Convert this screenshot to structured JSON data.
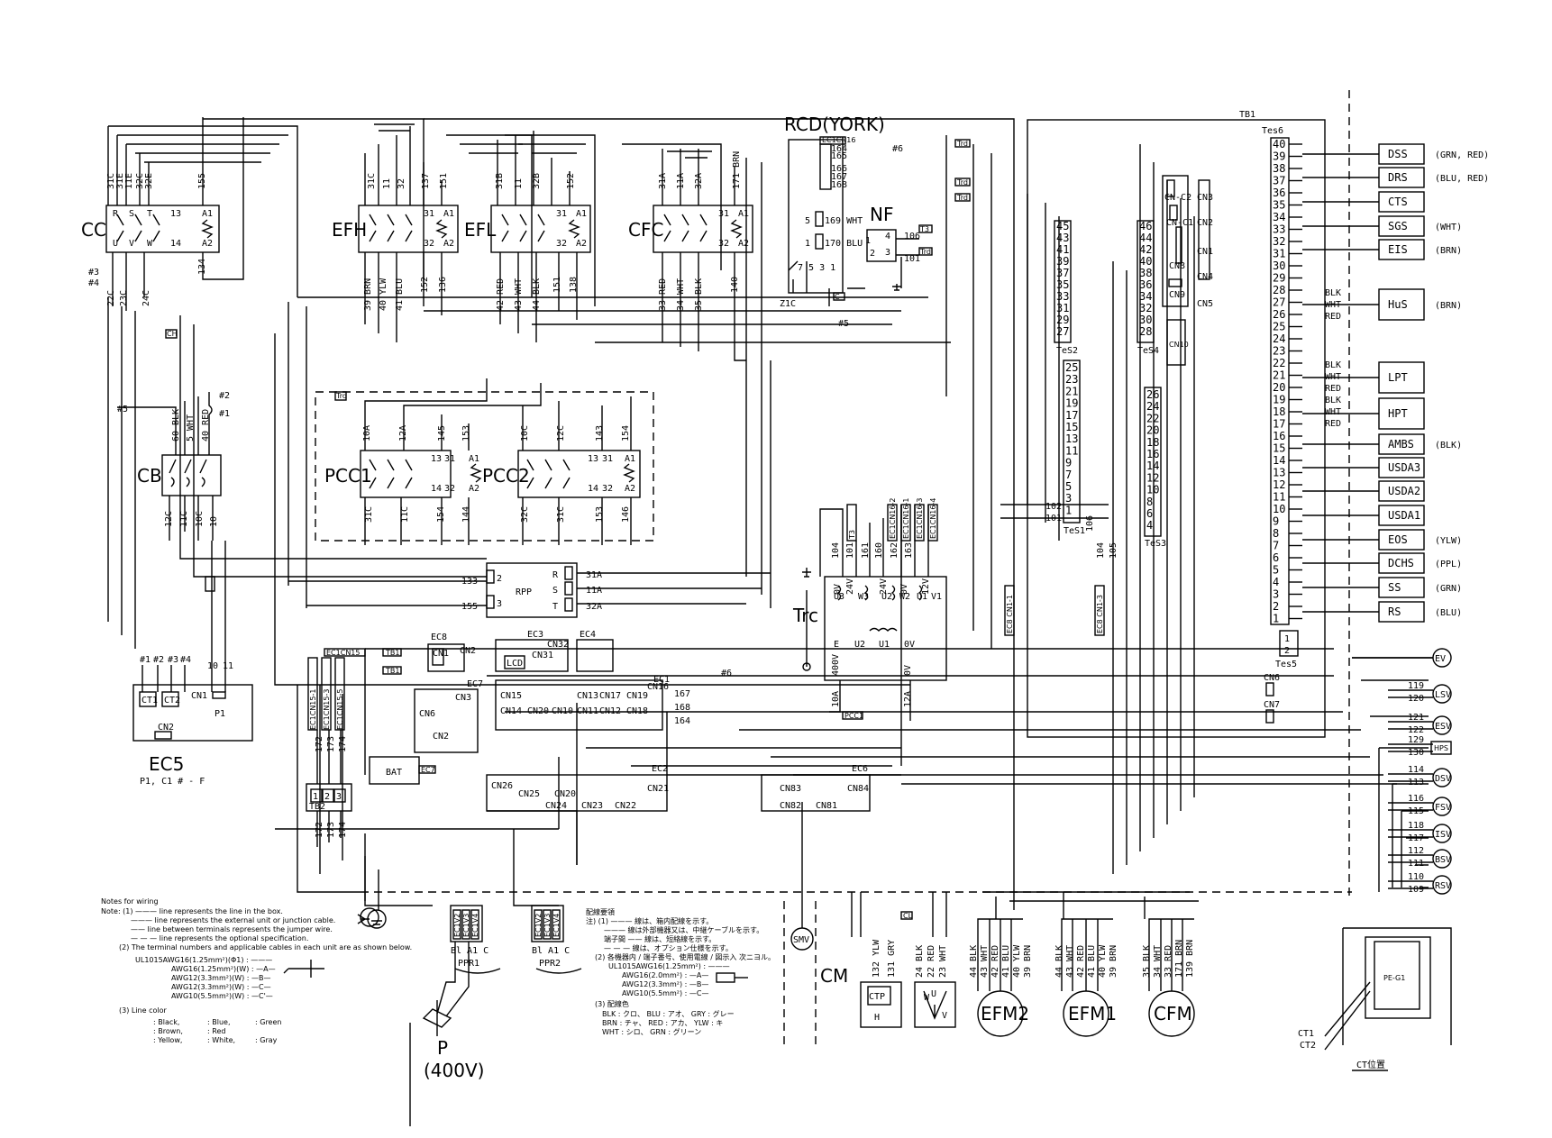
{
  "labels": {
    "cc": "CC",
    "efh": "EFH",
    "efl": "EFL",
    "cfc": "CFC",
    "cb": "CB",
    "pcc1": "PCC1",
    "pcc2": "PCC2",
    "rpp": "RPP",
    "rcd": "RCD(YORK)",
    "nf": "NF",
    "trc": "Trc",
    "tb1": "TB1",
    "tes6": "Tes6",
    "tes5": "Tes5",
    "tes4": "TeS4",
    "tes2": "TeS2",
    "tes1": "TeS1",
    "tes3": "TeS3",
    "ec5": "EC5",
    "ec5_sub": "P1, C1 # - F",
    "p1": "P1",
    "bat": "BAT",
    "ec1": "EC1",
    "ec2": "EC2",
    "ec3": "EC3",
    "ec4": "EC4",
    "ec6": "EC6",
    "ec7": "EC7",
    "ec8": "EC8",
    "tb2": "TB2",
    "p": "P",
    "p_volt": "(400V)",
    "ppr1": "PPR1",
    "ppr2": "PPR2",
    "cm": "CM",
    "efm2": "EFM2",
    "efm1": "EFM1",
    "cfm": "CFM",
    "smv": "SMV",
    "ctp": "CTP",
    "h": "H",
    "ct1": "CT1",
    "ct2": "CT2",
    "ct_pos": "CT位置",
    "pe_g1": "PE-G1",
    "lcd": "LCD",
    "v400": "400V",
    "v0": "0V",
    "v24": "24V",
    "v12": "12V"
  },
  "sensors": [
    {
      "name": "DSS",
      "color": "(GRN, RED)"
    },
    {
      "name": "DRS",
      "color": "(BLU, RED)"
    },
    {
      "name": "CTS",
      "color": ""
    },
    {
      "name": "SGS",
      "color": "(WHT)"
    },
    {
      "name": "EIS",
      "color": "(BRN)"
    },
    {
      "name": "HuS",
      "color": "(BRN)"
    },
    {
      "name": "LPT",
      "color": ""
    },
    {
      "name": "HPT",
      "color": ""
    },
    {
      "name": "AMBS",
      "color": "(BLK)"
    },
    {
      "name": "USDA3",
      "color": ""
    },
    {
      "name": "USDA2",
      "color": ""
    },
    {
      "name": "USDA1",
      "color": ""
    },
    {
      "name": "EOS",
      "color": "(YLW)"
    },
    {
      "name": "DCHS",
      "color": "(PPL)"
    },
    {
      "name": "SS",
      "color": "(GRN)"
    },
    {
      "name": "RS",
      "color": "(BLU)"
    }
  ],
  "valves": [
    {
      "name": "EV",
      "wires": ""
    },
    {
      "name": "LSV",
      "wires": "119 120"
    },
    {
      "name": "ESV",
      "wires": "121 122"
    },
    {
      "name": "HPS",
      "wires": "129 130"
    },
    {
      "name": "DSV",
      "wires": "114 113"
    },
    {
      "name": "FSV",
      "wires": "116 115"
    },
    {
      "name": "ISV",
      "wires": "118 117"
    },
    {
      "name": "BSV",
      "wires": "112 111"
    },
    {
      "name": "RSV",
      "wires": "110 109"
    }
  ],
  "tes6_terminals": [
    "40",
    "39",
    "38",
    "37",
    "36",
    "35",
    "34",
    "33",
    "32",
    "31",
    "30",
    "29",
    "28",
    "27",
    "26",
    "25",
    "24",
    "23",
    "22",
    "21",
    "20",
    "19",
    "18",
    "17",
    "16",
    "15",
    "14",
    "13",
    "12",
    "11",
    "10",
    "9",
    "8",
    "7",
    "6",
    "5",
    "4",
    "3",
    "2",
    "1"
  ],
  "tes2_terminals": [
    "45",
    "43",
    "41",
    "39",
    "37",
    "35",
    "33",
    "31",
    "29",
    "27"
  ],
  "tes4_terminals": [
    "46",
    "44",
    "42",
    "40",
    "38",
    "36",
    "34",
    "32",
    "30",
    "28"
  ],
  "tes1_terminals": [
    "25",
    "23",
    "21",
    "19",
    "17",
    "15",
    "13",
    "11",
    "9",
    "7",
    "5",
    "3",
    "1"
  ],
  "tes3_terminals": [
    "26",
    "24",
    "22",
    "20",
    "18",
    "16",
    "14",
    "12",
    "10",
    "8",
    "6",
    "4"
  ],
  "wire_color_left": [
    "BLK",
    "WHT",
    "RED",
    "BLK",
    "WHT",
    "RED",
    "BLK",
    "WHT",
    "RED"
  ],
  "cc_wires_top": [
    "31C",
    "31E",
    "11E",
    "32C",
    "32E",
    "155"
  ],
  "cc_wires_bottom": [
    "22C",
    "23C",
    "24C",
    "134"
  ],
  "efh_wires_top": [
    "31C",
    "11",
    "32",
    "137",
    "151"
  ],
  "efh_wires_bottom": [
    "39 BRN",
    "40 YLW",
    "41 BLU",
    "152",
    "136"
  ],
  "efl_wires_top": [
    "31B",
    "11",
    "32B",
    "152"
  ],
  "efl_wires_bottom": [
    "42 RED",
    "43 WHT",
    "44 BLK",
    "151",
    "138"
  ],
  "cfc_wires_top": [
    "31A",
    "11A",
    "32A",
    "171 BRN"
  ],
  "cfc_wires_bottom": [
    "33 RED",
    "34 WHT",
    "35 BLK",
    "140"
  ],
  "cb_wires": [
    "60 BLK",
    "5 WHT",
    "40 RED",
    "12C",
    "11C",
    "10C",
    "10"
  ],
  "pcc_wires": [
    "10A",
    "12A",
    "145",
    "153",
    "10C",
    "12C",
    "143",
    "154",
    "31C",
    "11C",
    "154",
    "144",
    "32C",
    "31C",
    "153",
    "146"
  ],
  "rpp_wires": [
    "133",
    "155",
    "31A",
    "11A",
    "32A"
  ],
  "motor_wires": {
    "cm": [
      "132 YLW",
      "131 GRY",
      "24 BLK",
      "22 RED",
      "23 WHT"
    ],
    "efm2": [
      "44 BLK",
      "43 WHT",
      "42 RED",
      "41 BLU",
      "40 YLW",
      "39 BRN"
    ],
    "efm1": [
      "44 BLK",
      "43 WHT",
      "42 RED",
      "41 BLU",
      "40 YLW",
      "39 BRN"
    ],
    "cfm": [
      "35 BLK",
      "34 WHT",
      "33 RED",
      "171 BRN",
      "139 BRN"
    ]
  },
  "trc_wires": [
    "104",
    "101",
    "161",
    "160",
    "162",
    "163",
    "10A",
    "12A"
  ],
  "trc_taps": [
    "U3",
    "W3",
    "U2",
    "W2",
    "U1",
    "V1",
    "0V",
    "24V",
    "0V",
    "24V",
    "0V",
    "12V"
  ],
  "nf": {
    "in1": "169 WHT",
    "in2": "170 BLU",
    "out1": "106",
    "out2": "101"
  },
  "connectors": [
    "CN1",
    "CN2",
    "CN3",
    "CN4",
    "CN5",
    "CN6",
    "CN7",
    "CN8",
    "CN9",
    "CN10",
    "CN11",
    "CN12",
    "CN13",
    "CN14",
    "CN15",
    "CN16",
    "CN17",
    "CN18",
    "CN19",
    "CN20",
    "CN21",
    "CN22",
    "CN23",
    "CN24",
    "CN25",
    "CN26",
    "CN31",
    "CN32",
    "CN81",
    "CN82",
    "CN83",
    "CN84",
    "CN-C1",
    "CN-C2"
  ],
  "misc": {
    "ec1_wires": "167 168 164",
    "tb2_wires": "172 173 174",
    "tes_wires": "102 101 106 104 105",
    "ct_labels": "#1 #2 #3 #4",
    "star6": "#6",
    "star5": "#5",
    "tb1_cn": "EC8 CN1-1 / EC8 CN1-3"
  },
  "notes_en": {
    "title": "Notes for wiring",
    "n1": "Note: (1) ——— line represents the line in the box.",
    "n1b": "——— line represents the external unit or junction cable.",
    "n1c": "—— line between terminals represents the jumper wire.",
    "n1d": "— — — line represents the optional specification.",
    "n2": "(2) The terminal numbers and applicable cables in each unit are as shown below.",
    "n2a": "UL1015AWG16(1.25mm²)(Φ1) : ———",
    "n2b": "AWG16(1.25mm²)(W) : —A—",
    "n2c": "AWG12(3.3mm²)(W) : —B—",
    "n2d": "AWG12(3.3mm²)(W) : —C—",
    "n2e": "AWG10(5.5mm²)(W) : —C'—",
    "n3": "(3) Line color",
    "c1": ": Black,",
    "c2": ": Blue,",
    "c3": ": Green",
    "c4": ": Brown,",
    "c5": ": Red",
    "c6": ": Yellow,",
    "c7": ": White,",
    "c8": ": Gray"
  },
  "notes_jp": {
    "title": "配線要領",
    "l1": "注) (1) ——— 線は、箱内配線を示す。",
    "l2": "——— 線は外部機器又は、中継ケーブルを示す。",
    "l3": "端子間 —— 線は、短絡線を示す。",
    "l4": "— — — 線は、オプション仕様を示す。",
    "l5": "(2) 各機器内 / 端子番号、使用電線 / 図示入 次ニヨル。",
    "l6": "UL1015AWG16(1.25mm²) : ———",
    "l7": "AWG16(2.0mm²) : —A—",
    "l8": "AWG12(3.3mm²) : —B—",
    "l9": "AWG10(5.5mm²) : —C—",
    "l10": "(3) 配線色",
    "l11": "BLK : クロ、 BLU : アオ、 GRY : グレー",
    "l12": "BRN : チャ、 RED : アカ、 YLW : キ",
    "l13": "WHT : シロ、 GRN : グリーン"
  }
}
